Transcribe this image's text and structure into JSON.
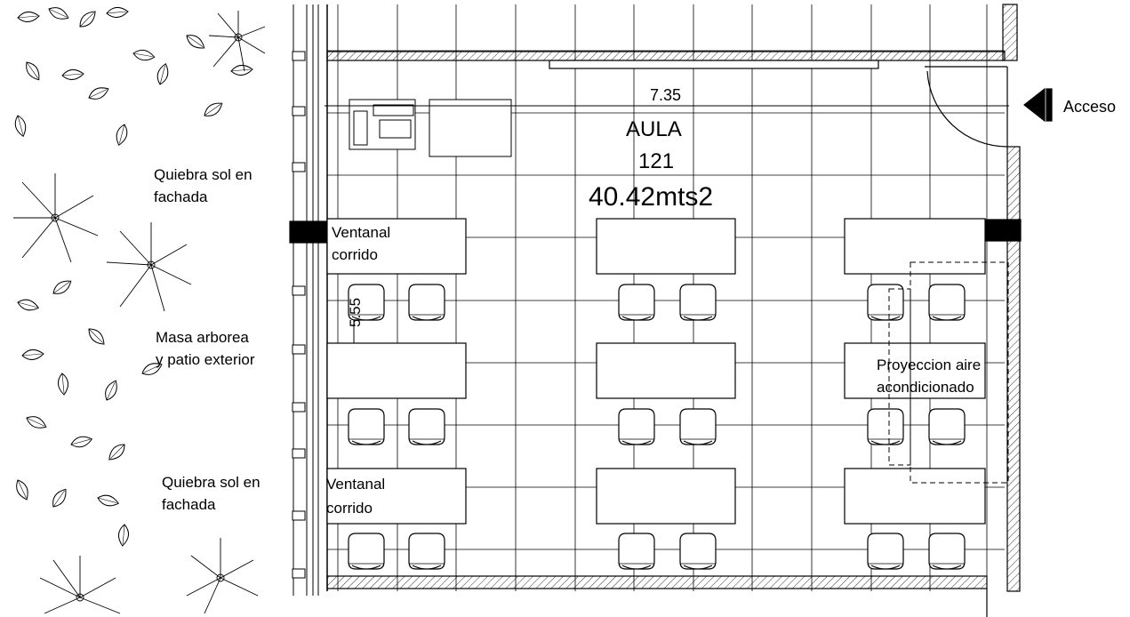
{
  "room": {
    "name": "AULA",
    "number": "121",
    "area": "40.42mts2"
  },
  "dimensions": {
    "width": "7.35",
    "depth": "5.55"
  },
  "access": {
    "label": "Acceso"
  },
  "labels": {
    "sun_breaker_top": [
      "Quiebra sol en",
      "fachada"
    ],
    "tree_mass": [
      "Masa arborea",
      "y patio exterior"
    ],
    "sun_breaker_bottom": [
      "Quiebra sol en",
      "fachada"
    ],
    "window_top": [
      "Ventanal",
      "corrido"
    ],
    "window_bottom": [
      "Ventanal",
      "corrido"
    ],
    "ac_projection": [
      "Proyeccion aire",
      "acondicionado"
    ]
  },
  "colors": {
    "ink": "#000000",
    "background": "#ffffff"
  }
}
